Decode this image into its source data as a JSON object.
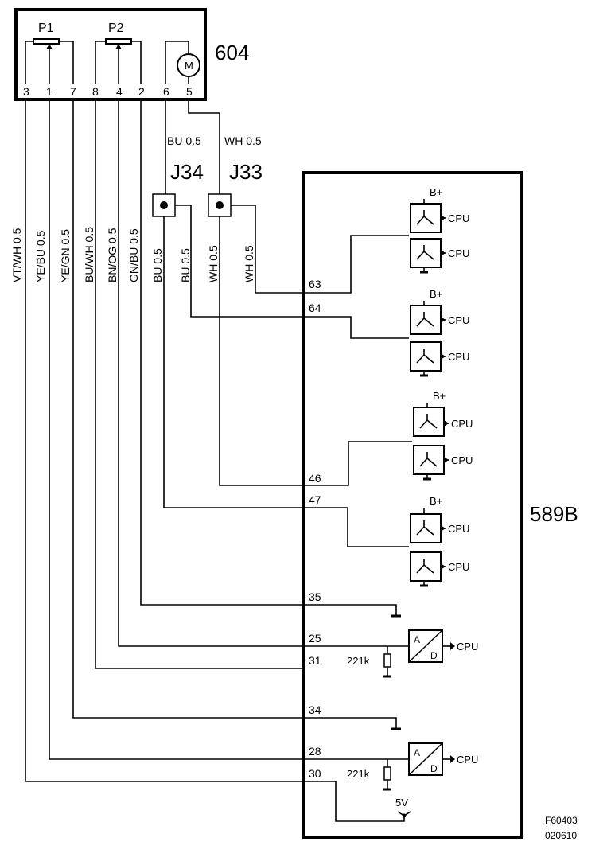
{
  "component_604": {
    "id": "604",
    "pots": [
      "P1",
      "P2"
    ],
    "motor": "M",
    "pins": [
      "3",
      "1",
      "7",
      "8",
      "4",
      "2",
      "6",
      "5"
    ]
  },
  "motor_wires": [
    "BU  0.5",
    "WH  0.5"
  ],
  "junctions": [
    "J34",
    "J33"
  ],
  "wire_colors": [
    "VT/WH  0.5",
    "YE/BU  0.5",
    "YE/GN  0.5",
    "BU/WH  0.5",
    "BN/OG  0.5",
    "GN/BU  0.5",
    "BU  0.5",
    "BU  0.5",
    "WH  0.5",
    "WH  0.5"
  ],
  "module_589B": {
    "id": "589B",
    "pins": [
      "63",
      "64",
      "46",
      "47",
      "35",
      "25",
      "31",
      "34",
      "28",
      "30"
    ],
    "supply_label": "B+",
    "cpu_label": "CPU",
    "adc": {
      "a": "A",
      "d": "D"
    },
    "resistor": "221k",
    "reference": "5V"
  },
  "figure_code": [
    "F60403",
    "020610"
  ]
}
